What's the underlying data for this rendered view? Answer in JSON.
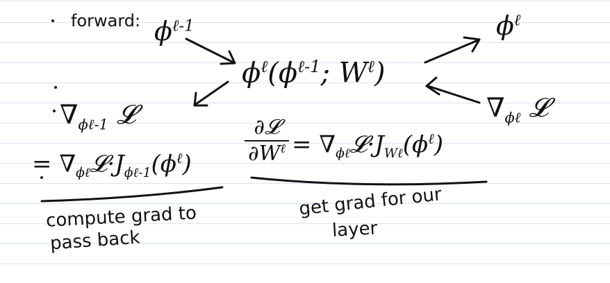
{
  "forward_label": "forward:",
  "phi_symbol": "ϕ",
  "nabla_symbol": "∇",
  "loss_symbol": "𝓛",
  "sup_l_minus_1": "ℓ-1",
  "sup_l": "ℓ",
  "center_open": "(",
  "center_args": "ϕ",
  "center_semicolon": ";",
  "center_W": "W",
  "center_close": ")",
  "left_expr_prefix": "=",
  "left_expr_dot": "·",
  "left_J": "J",
  "left_paren": "(ϕ",
  "left_paren_close": ")",
  "frac_num": "∂𝓛",
  "frac_den": "∂W",
  "right_eq": "=",
  "right_J": "J",
  "right_paren": "(ϕ",
  "right_paren_close": ")",
  "note_left_line1": "compute grad to",
  "note_left_line2": "pass back",
  "note_right_line1": "get grad for our",
  "note_right_line2": "layer",
  "ink_color": "#111111",
  "rule_color": "#d9e1f2"
}
